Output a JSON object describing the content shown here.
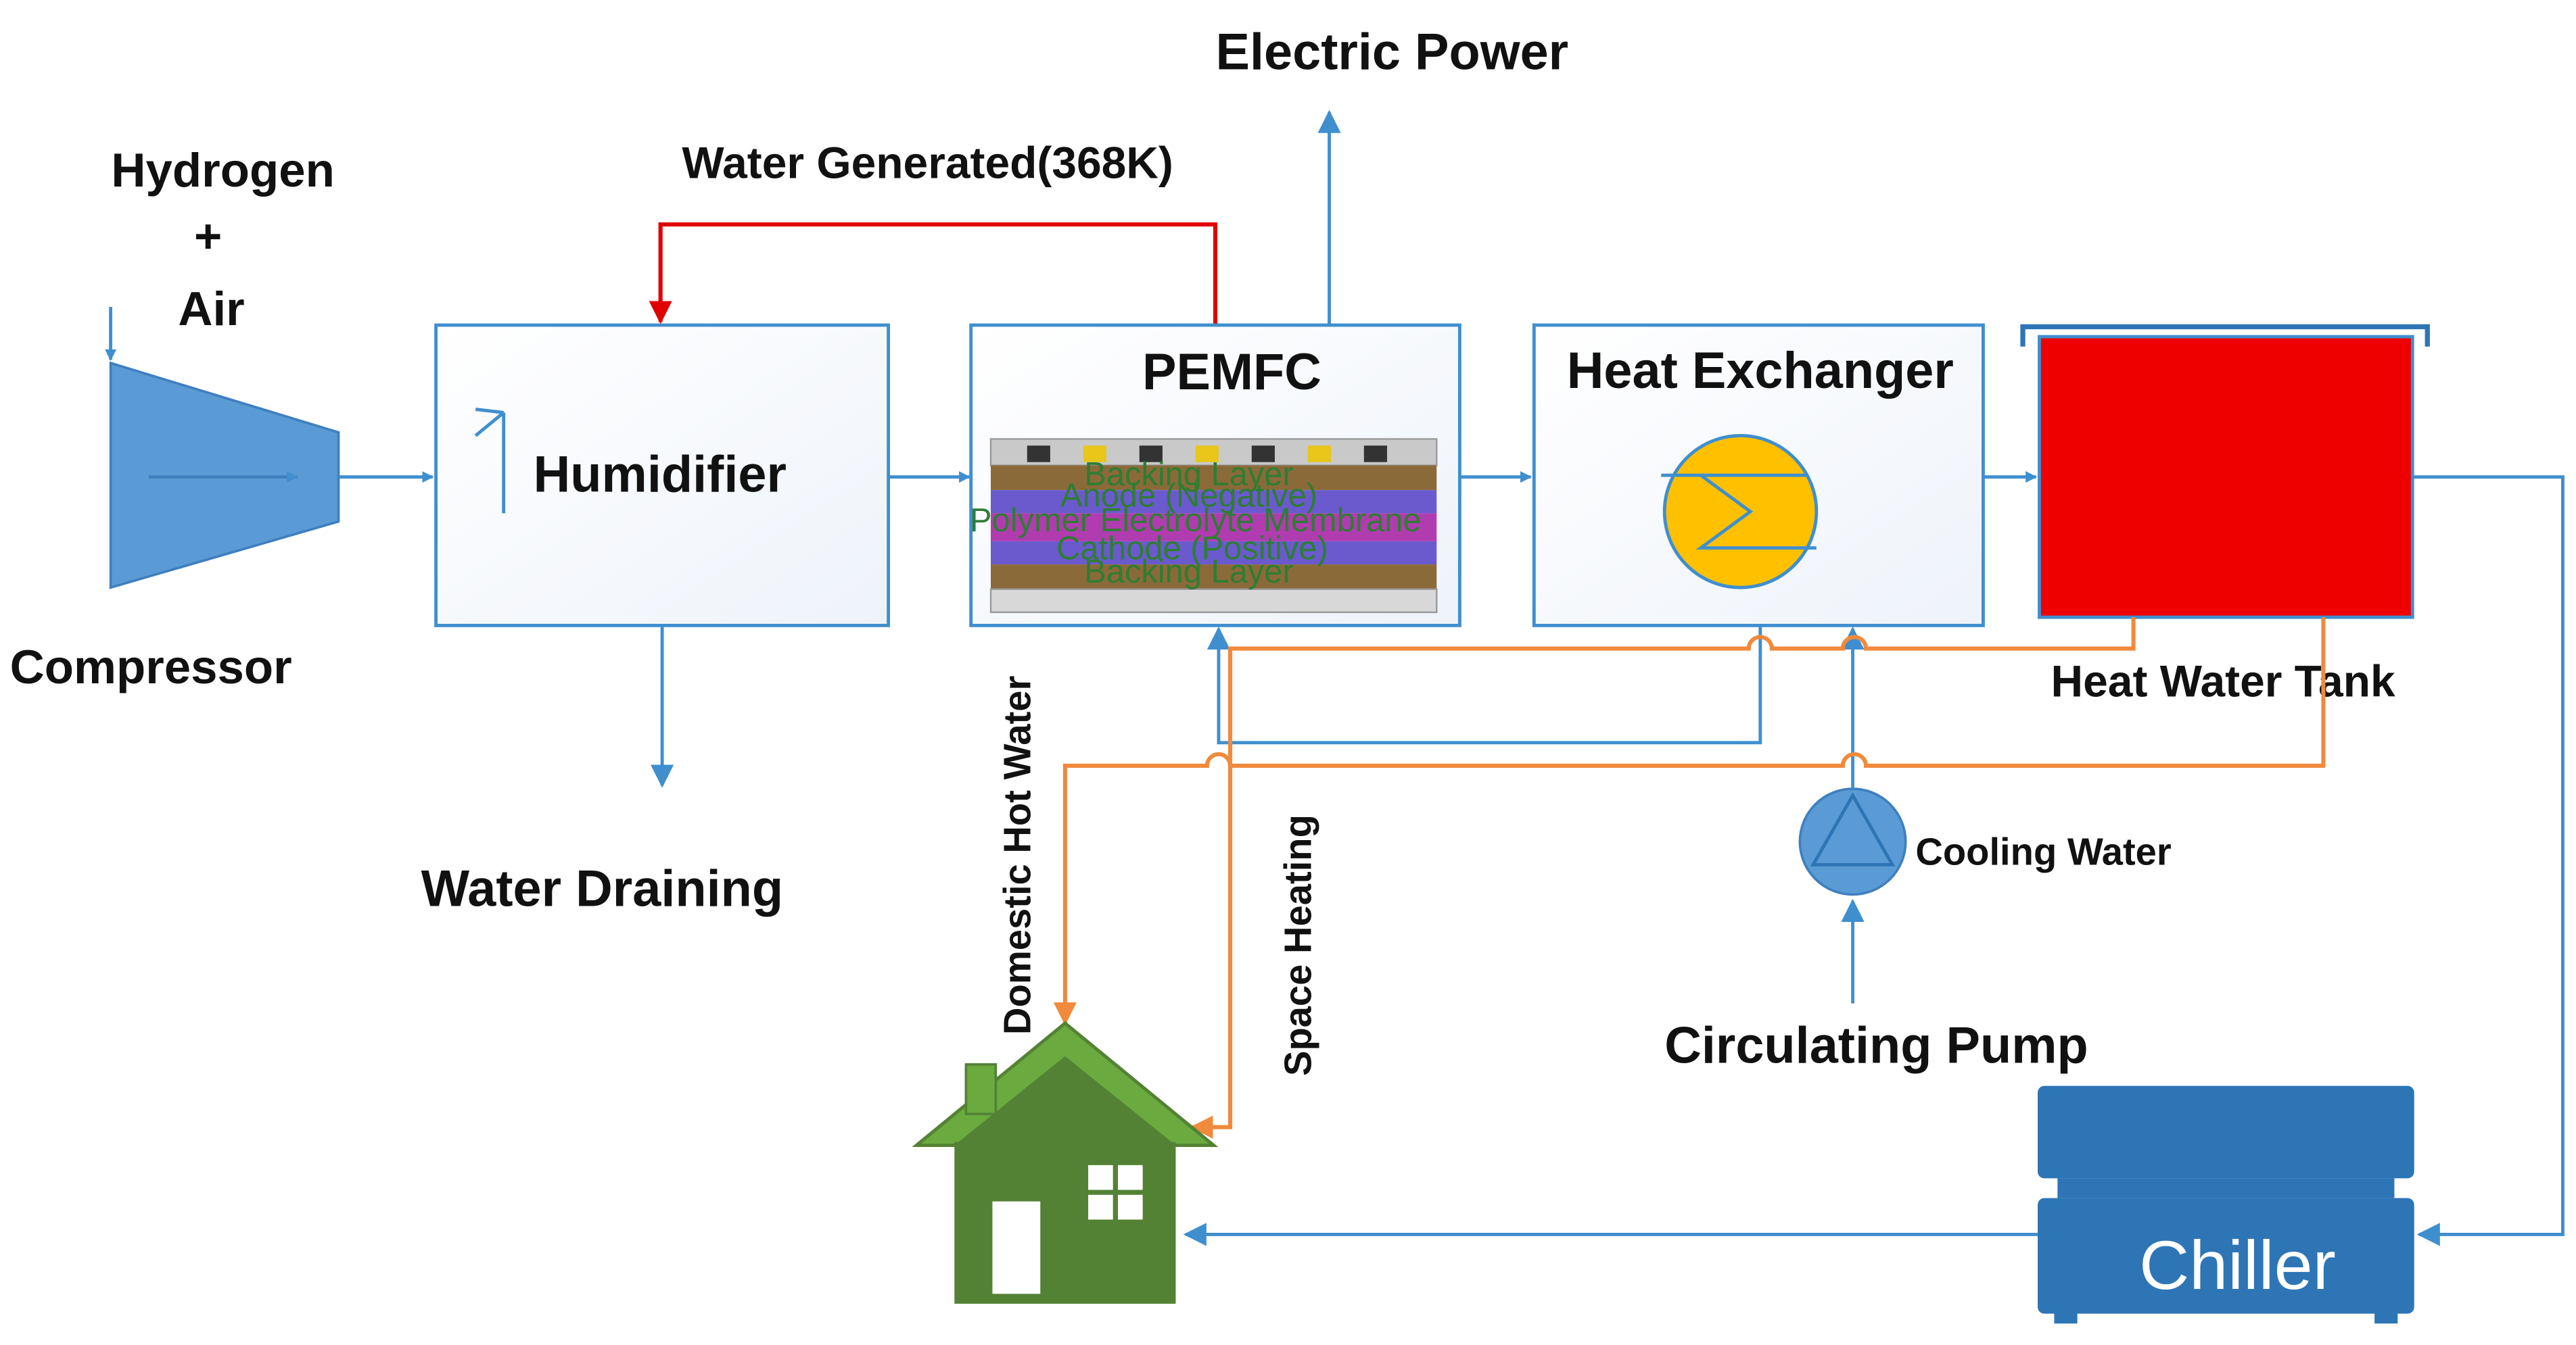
{
  "labels": {
    "hydrogen": "Hydrogen",
    "plus": "+",
    "air": "Air",
    "compressor": "Compressor",
    "humidifier": "Humidifier",
    "water_draining": "Water Draining",
    "water_generated": "Water Generated(368K)",
    "electric_power": "Electric Power",
    "pemfc": "PEMFC",
    "heat_exchanger": "Heat Exchanger",
    "heat_water_tank": "Heat Water Tank",
    "domestic_hot_water": "Domestic Hot Water",
    "space_heating": "Space Heating",
    "cooling_water": "Cooling Water",
    "circulating_pump": "Circulating Pump",
    "chiller": "Chiller"
  },
  "pemfc_layers": [
    {
      "label": "Backing Layer",
      "color": "#8b6a3a"
    },
    {
      "label": "Anode (Negative)",
      "color": "#6a5acd"
    },
    {
      "label": "Polymer Electrolyte Membrane",
      "color": "#b03cb0"
    },
    {
      "label": "Cathode (Positive)",
      "color": "#6a5acd"
    },
    {
      "label": "Backing Layer",
      "color": "#8b6a3a"
    }
  ],
  "colors": {
    "flow_blue": "#3f8fcf",
    "water_generated_red": "#e00000",
    "hot_water_orange": "#f08a3c",
    "component_blue": "#5b9bd5",
    "chiller_blue": "#2e75b6",
    "tank_red": "#ee0000",
    "exchanger_fill": "#ffc000",
    "house_green": "#548235",
    "house_roof": "#6aaa3f"
  },
  "icons": {
    "compressor": "compressor-icon",
    "humidifier": "humidifier-icon",
    "heat_exchanger": "heat-exchanger-icon",
    "pump": "pump-icon",
    "house": "house-icon",
    "chiller": "chiller-icon",
    "tank": "tank-icon"
  }
}
